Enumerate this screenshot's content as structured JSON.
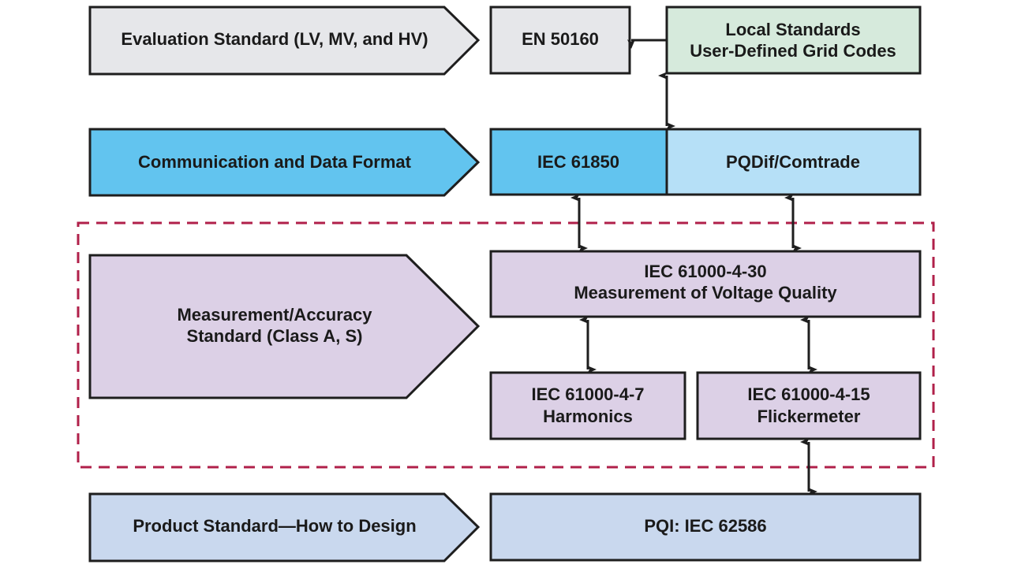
{
  "colors": {
    "gray": "#e6e7ea",
    "green": "#d6eadc",
    "blue_dark": "#62c4ef",
    "blue_light": "#b6e0f7",
    "purple": "#dcd0e6",
    "blue_pale": "#c9d8ee",
    "dash": "#b0204a",
    "stroke": "#1e1e1e"
  },
  "rows": {
    "evaluation": {
      "category": "Evaluation Standard (LV, MV, and HV)",
      "standard": "EN 50160",
      "local": [
        "Local Standards",
        "User-Defined Grid Codes"
      ]
    },
    "communication": {
      "category": "Communication and Data Format",
      "iec61850": "IEC 61850",
      "pqdif": "PQDif/Comtrade"
    },
    "measurement": {
      "category": [
        "Measurement/Accuracy",
        "Standard (Class A, S)"
      ],
      "main": [
        "IEC 61000-4-30",
        "Measurement of Voltage Quality"
      ],
      "harmonics": [
        "IEC 61000-4-7",
        "Harmonics"
      ],
      "flicker": [
        "IEC 61000-4-15",
        "Flickermeter"
      ]
    },
    "product": {
      "category": "Product Standard—How to Design",
      "pqi": "PQI: IEC 62586"
    }
  }
}
